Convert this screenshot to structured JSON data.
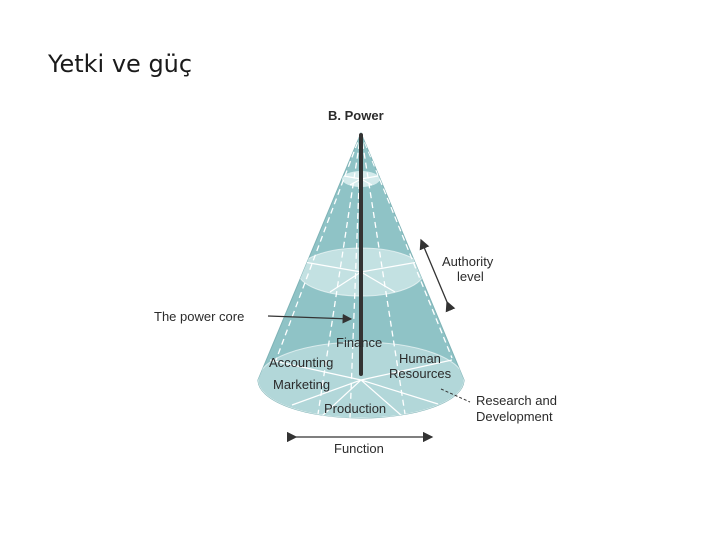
{
  "slide": {
    "title": "Yetki ve güç"
  },
  "diagram": {
    "heading": "B.  Power",
    "authority_label_line1": "Authority",
    "authority_label_line2": "level",
    "power_core_label": "The power core",
    "functions": {
      "finance": "Finance",
      "accounting": "Accounting",
      "human_line1": "Human",
      "human_line2": "Resources",
      "marketing": "Marketing",
      "production": "Production"
    },
    "rd_line1": "Research and",
    "rd_line2": "Development",
    "function_axis_label": "Function",
    "colors": {
      "cone_body": "#8fc3c6",
      "cone_light": "#b9dcde",
      "core_line": "#333333"
    }
  }
}
